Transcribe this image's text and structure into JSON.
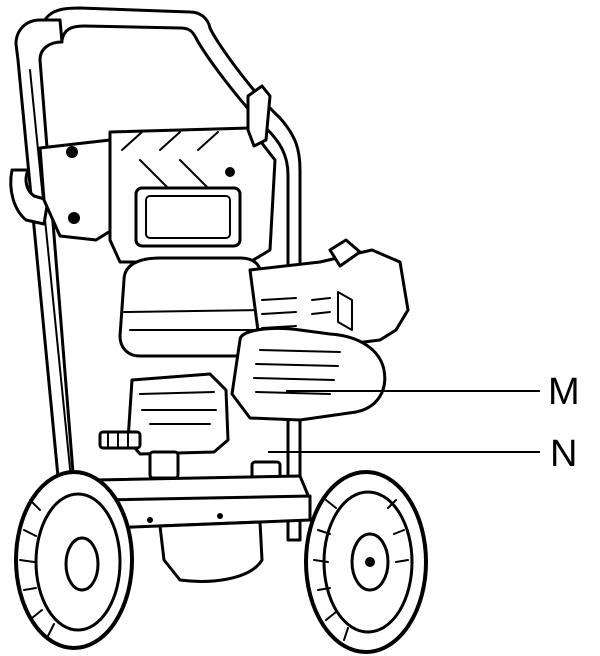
{
  "callouts": [
    {
      "id": "M",
      "label": "M"
    },
    {
      "id": "N",
      "label": "N"
    }
  ],
  "illustration": {
    "subject_icon": "pressure-washer-icon"
  },
  "colors": {
    "line": "#000000",
    "background": "#ffffff"
  }
}
